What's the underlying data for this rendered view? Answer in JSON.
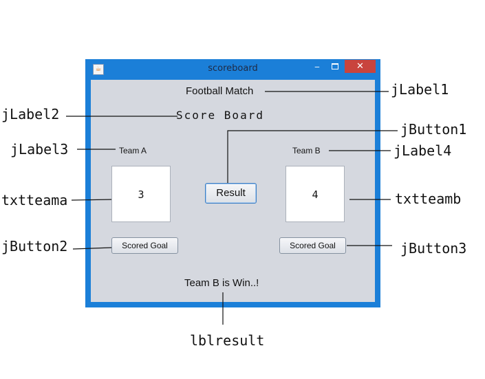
{
  "window": {
    "title": "scoreboard",
    "minimize_symbol": "‒",
    "close_symbol": "✕",
    "app_icon": "java-icon",
    "title_bar_color": "#1b7fd8",
    "close_color": "#c9443d"
  },
  "form": {
    "heading": "Football Match",
    "subheading": "Score Board",
    "team_a_label": "Team A",
    "team_b_label": "Team B",
    "team_a_score": "3",
    "team_b_score": "4",
    "result_button": "Result",
    "scored_goal_a": "Scored Goal",
    "scored_goal_b": "Scored Goal",
    "result_text": "Team B is Win..!"
  },
  "annotations": {
    "jlabel1": "jLabel1",
    "jlabel2": "jLabel2",
    "jlabel3": "jLabel3",
    "jlabel4": "jLabel4",
    "jbutton1": "jButton1",
    "jbutton2": "jButton2",
    "jbutton3": "jButton3",
    "txtteama": "txtteama",
    "txtteamb": "txtteamb",
    "lblresult": "lblresult"
  }
}
